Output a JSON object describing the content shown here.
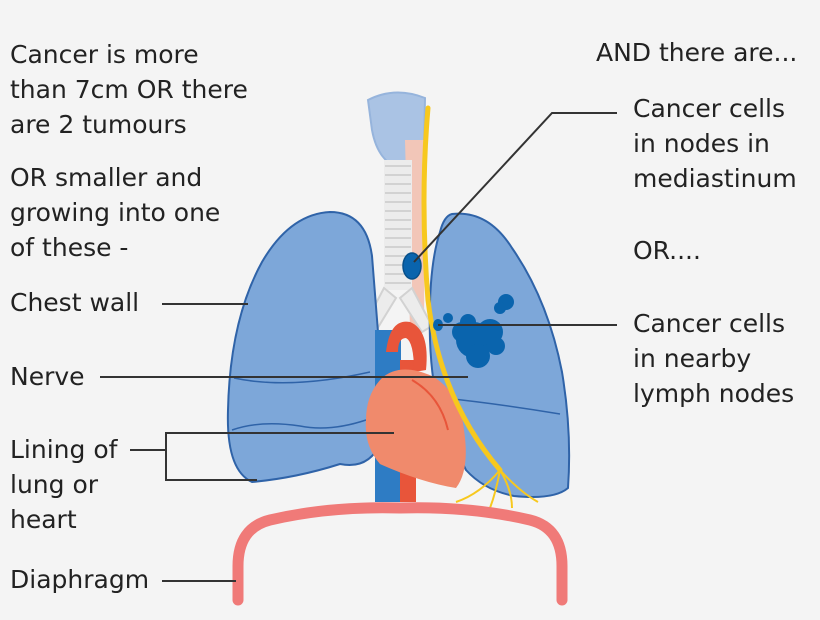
{
  "text": {
    "intro": "Cancer is more\nthan 7cm OR there\nare 2 tumours",
    "or_smaller": "OR smaller and\ngrowing into one\nof these -",
    "and_there_are": "AND there are...",
    "mediastinum": "Cancer cells\nin nodes in\nmediastinum",
    "or": "OR....",
    "nearby": "Cancer cells\nin nearby\nlymph nodes"
  },
  "labels": {
    "chest_wall": "Chest wall",
    "nerve": "Nerve",
    "lining": "Lining of\nlung or\nheart",
    "diaphragm": "Diaphragm"
  },
  "colors": {
    "background": "#f4f4f4",
    "text": "#222222",
    "lung_fill": "#7da7d9",
    "lung_stroke": "#2f63a8",
    "tumour": "#0a64ad",
    "heart": "#f08a6c",
    "heart_dark": "#e8553a",
    "aorta": "#e8553a",
    "vein": "#2e7cc4",
    "nerve": "#f7c81e",
    "diaphragm": "#f07a78",
    "trachea": "#e6e6e6",
    "leader_line": "#333333"
  }
}
